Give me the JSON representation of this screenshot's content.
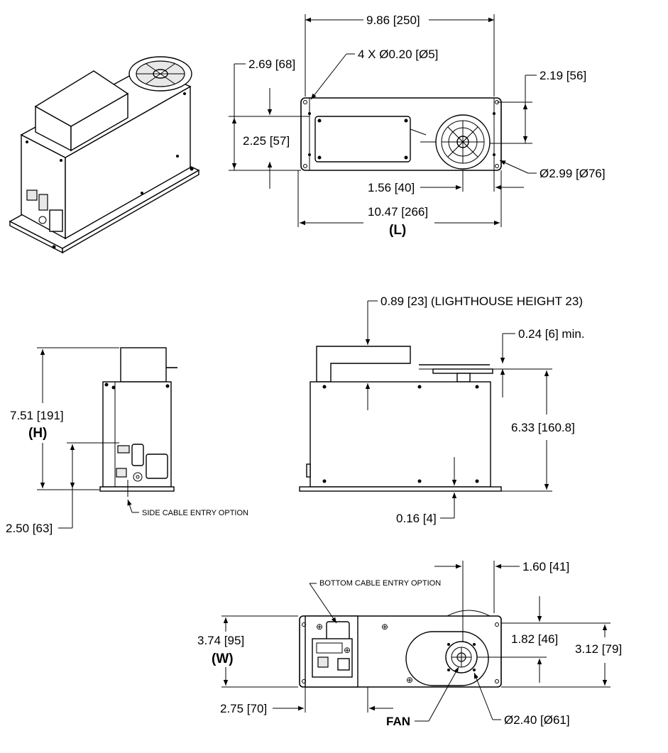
{
  "dimensions": {
    "top_width": "9.86 [250]",
    "hole_pattern": "4 X Ø0.20 [Ø5]",
    "left_offset": "2.69 [68]",
    "right_offset": "2.19 [56]",
    "cover_depth": "2.25 [57]",
    "wheel_dia": "Ø2.99 [Ø76]",
    "wheel_offset": "1.56 [40]",
    "length": "10.47 [266]",
    "length_tag": "(L)",
    "lighthouse": "0.89 [23] (LIGHTHOUSE HEIGHT 23)",
    "clearance": "0.24 [6] min.",
    "height": "7.51 [191]",
    "height_tag": "(H)",
    "body_height": "6.33 [160.8]",
    "base_thickness": "0.16 [4]",
    "side_entry_height": "2.50 [63]",
    "side_cable": "SIDE CABLE ENTRY OPTION",
    "bottom_cable": "BOTTOM CABLE ENTRY OPTION",
    "fan_offset_right": "1.60 [41]",
    "fan_offset_top": "1.82 [46]",
    "width": "3.74 [95]",
    "width_tag": "(W)",
    "width_inner": "3.12 [79]",
    "bottom_offset": "2.75 [70]",
    "fan": "FAN",
    "fan_dia": "Ø2.40 [Ø61]"
  }
}
